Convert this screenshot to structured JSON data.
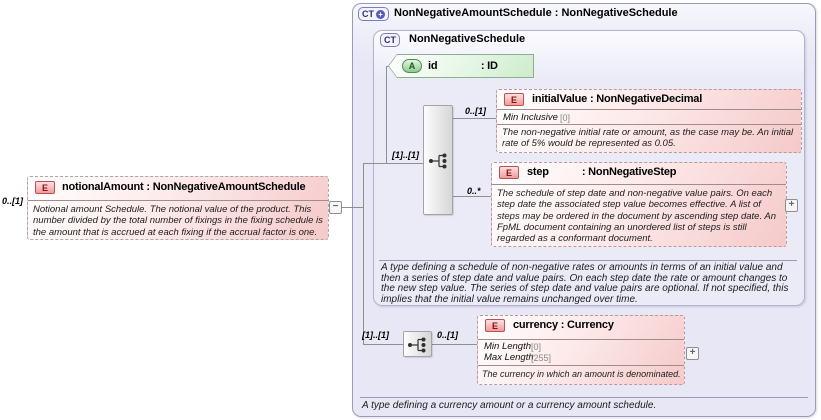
{
  "colors": {
    "container_fill": "#e8e8f7",
    "container_border": "#9a9ab8",
    "element_fill": "#f5c9c9",
    "element_badge_border": "#c05050",
    "attribute_fill": "#cdeccd",
    "connector": "#8f8f8f"
  },
  "notional_element": {
    "badge": "E",
    "name": "notionalAmount",
    "type": ": NonNegativeAmountSchedule",
    "cardinality": "0..[1]",
    "annotation": "Notional amount Schedule. The notional value of the product. This number divided by the total number of fixings in the fixing schedule is the amount that is accrued at each fixing if the accrual factor is one.",
    "collapse_toggle": "−"
  },
  "outer_complex_type": {
    "badge": "CT",
    "badge_plus": "+",
    "title": "NonNegativeAmountSchedule : NonNegativeSchedule",
    "annotation": "A type defining a currency amount or a currency amount schedule."
  },
  "inner_complex_type": {
    "badge": "CT",
    "title": "NonNegativeSchedule",
    "annotation": "A type defining a schedule of non-negative rates or amounts in terms of an initial value and then a series of step date and value pairs. On each step date the rate or amount changes to the new step value. The series of step date and value pairs are optional. If not specified, this implies that the initial value remains unchanged over time."
  },
  "id_attribute": {
    "badge": "A",
    "name": "id",
    "type": ": ID"
  },
  "sequence1": {
    "cardinality": "[1]..[1]"
  },
  "sequence2": {
    "cardinality": "[1]..[1]"
  },
  "initial_value_element": {
    "badge": "E",
    "name": "initialValue",
    "type": ": NonNegativeDecimal",
    "cardinality": "0..[1]",
    "facet_name": "Min Inclusive",
    "facet_value": "[0]",
    "annotation": "The non-negative initial rate or amount, as the case may be. An initial rate of 5% would be represented as 0.05."
  },
  "step_element": {
    "badge": "E",
    "name": "step",
    "type": ": NonNegativeStep",
    "cardinality": "0..*",
    "annotation": "The schedule of step date and non-negative value pairs. On each step date the associated step value becomes effective. A list of steps may be ordered in the document by ascending step date. An FpML document containing an unordered list of steps is still regarded as a conformant document.",
    "expand_toggle": "+"
  },
  "currency_element": {
    "badge": "E",
    "name": "currency",
    "type": ": Currency",
    "cardinality": "0..[1]",
    "facet1_name": "Min Length",
    "facet1_value": "[0]",
    "facet2_name": "Max Length",
    "facet2_value": "[255]",
    "annotation": "The currency in which an amount is denominated.",
    "expand_toggle": "+"
  }
}
